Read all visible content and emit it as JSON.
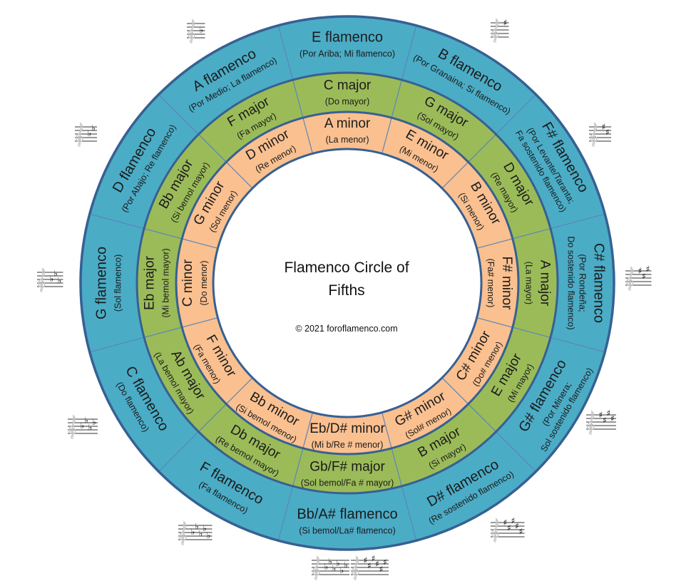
{
  "title": {
    "line1": "Flamenco Circle of",
    "line2": "Fifths"
  },
  "copyright": "© 2021 foroflamenco.com",
  "colors": {
    "flamenco": "#4bacc6",
    "major": "#9bbb59",
    "minor": "#fac090",
    "border": "#376092",
    "divider": "#5a86ba",
    "staff": "#333333",
    "clef": "#c8c8c8"
  },
  "segments": [
    {
      "flamenco": {
        "label": "E flamenco",
        "sub": [
          "(Por Ariba; Mi flamenco)"
        ]
      },
      "major": {
        "label": "C major",
        "sub": [
          "(Do mayor)"
        ]
      },
      "minor": {
        "label": "A minor",
        "sub": [
          "(La menor)"
        ]
      },
      "key_signature": []
    },
    {
      "flamenco": {
        "label": "B flamenco",
        "sub": [
          "(Por Granaina; Si flamenco)"
        ]
      },
      "major": {
        "label": "G major",
        "sub": [
          "(Sol mayor)"
        ]
      },
      "minor": {
        "label": "E minor",
        "sub": [
          "(Mi menor)"
        ]
      },
      "key_signature": [
        {
          "accidental": "sharp",
          "count": 1
        }
      ]
    },
    {
      "flamenco": {
        "label": "F# flamenco",
        "sub": [
          "(Por Levante/Taranta;",
          "Fa sostenido flamenco)"
        ]
      },
      "major": {
        "label": "D major",
        "sub": [
          "(Re mayor)"
        ]
      },
      "minor": {
        "label": "B minor",
        "sub": [
          "(Si menor)"
        ]
      },
      "key_signature": [
        {
          "accidental": "sharp",
          "count": 2
        }
      ]
    },
    {
      "flamenco": {
        "label": "C# flamenco",
        "sub": [
          "(Por Rondeña;",
          "Do sostenido flamenco)"
        ]
      },
      "major": {
        "label": "A major",
        "sub": [
          "(La mayor)"
        ]
      },
      "minor": {
        "label": "F# minor",
        "sub": [
          "(Fa# menor)"
        ]
      },
      "key_signature": [
        {
          "accidental": "sharp",
          "count": 3
        }
      ]
    },
    {
      "flamenco": {
        "label": "G# flamenco",
        "sub": [
          "(Por Minera;",
          "Sol sostenido flamenco)"
        ]
      },
      "major": {
        "label": "E major",
        "sub": [
          "(Mi mayor)"
        ]
      },
      "minor": {
        "label": "C# minor",
        "sub": [
          "(Do# menor)"
        ]
      },
      "key_signature": [
        {
          "accidental": "sharp",
          "count": 4
        }
      ]
    },
    {
      "flamenco": {
        "label": "D# flamenco",
        "sub": [
          "(Re sostenido flamenco)"
        ]
      },
      "major": {
        "label": "B major",
        "sub": [
          "(Si mayor)"
        ]
      },
      "minor": {
        "label": "G# minor",
        "sub": [
          "(Sol# menor)"
        ]
      },
      "key_signature": [
        {
          "accidental": "sharp",
          "count": 5
        }
      ]
    },
    {
      "flamenco": {
        "label": "Bb/A# flamenco",
        "sub": [
          "(Si bemol/La# flamenco)"
        ]
      },
      "major": {
        "label": "Gb/F# major",
        "sub": [
          "(Sol bemol/Fa # mayor)"
        ]
      },
      "minor": {
        "label": "Eb/D# minor",
        "sub": [
          "(Mi b/Re # menor)"
        ]
      },
      "key_signature": [
        {
          "accidental": "flat",
          "count": 6
        },
        {
          "accidental": "sharp",
          "count": 6
        }
      ]
    },
    {
      "flamenco": {
        "label": "F flamenco",
        "sub": [
          "(Fa flamenco)"
        ]
      },
      "major": {
        "label": "Db major",
        "sub": [
          "(Re bemol mayor)"
        ]
      },
      "minor": {
        "label": "Bb minor",
        "sub": [
          "(Si bemol menor)"
        ]
      },
      "key_signature": [
        {
          "accidental": "flat",
          "count": 5
        }
      ]
    },
    {
      "flamenco": {
        "label": "C flamenco",
        "sub": [
          "(Do flamenco)"
        ]
      },
      "major": {
        "label": "Ab major",
        "sub": [
          "(La bemol mayor)"
        ]
      },
      "minor": {
        "label": "F minor",
        "sub": [
          "(Fa menor)"
        ]
      },
      "key_signature": [
        {
          "accidental": "flat",
          "count": 4
        }
      ]
    },
    {
      "flamenco": {
        "label": "G flamenco",
        "sub": [
          "(Sol flamenco)"
        ]
      },
      "major": {
        "label": "Eb major",
        "sub": [
          "(Mi bemol mayor)"
        ]
      },
      "minor": {
        "label": "C minor",
        "sub": [
          "(Do menor)"
        ]
      },
      "key_signature": [
        {
          "accidental": "flat",
          "count": 3
        }
      ]
    },
    {
      "flamenco": {
        "label": "D flamenco",
        "sub": [
          "(Por Abajo; Re flamenco)"
        ]
      },
      "major": {
        "label": "Bb major",
        "sub": [
          "(Si bemol mayor)"
        ]
      },
      "minor": {
        "label": "G minor",
        "sub": [
          "(Sol menor)"
        ]
      },
      "key_signature": [
        {
          "accidental": "flat",
          "count": 2
        }
      ]
    },
    {
      "flamenco": {
        "label": "A flamenco",
        "sub": [
          "(Por Medio; La flamenco)"
        ]
      },
      "major": {
        "label": "F major",
        "sub": [
          "(Fa  mayor)"
        ]
      },
      "minor": {
        "label": "D minor",
        "sub": [
          "(Re menor)"
        ]
      },
      "key_signature": [
        {
          "accidental": "flat",
          "count": 1
        }
      ]
    }
  ]
}
